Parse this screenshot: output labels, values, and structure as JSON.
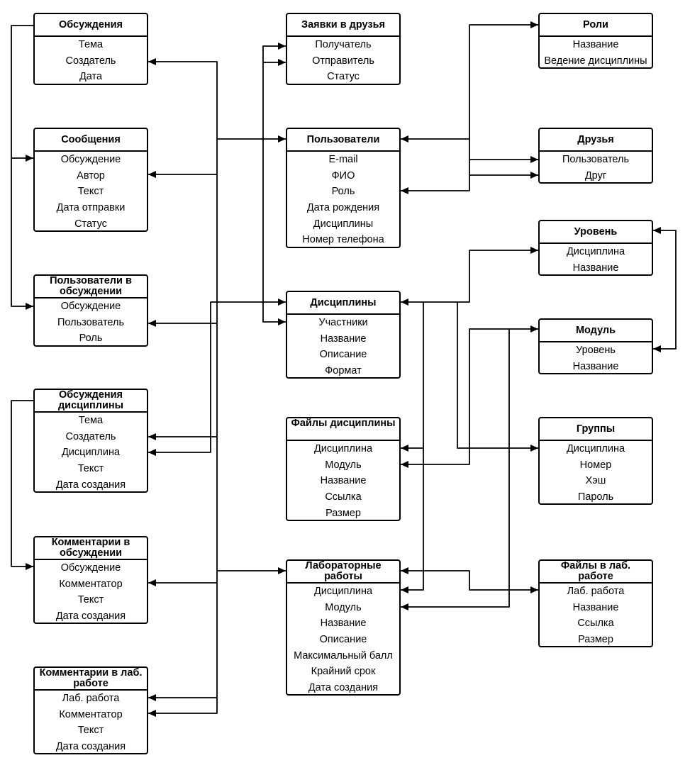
{
  "entities": [
    {
      "id": "e01",
      "title": "Обсуждения",
      "fields": [
        "Тема",
        "Создатель",
        "Дата"
      ]
    },
    {
      "id": "e02",
      "title": "Сообщения",
      "fields": [
        "Обсуждение",
        "Автор",
        "Текст",
        "Дата отправки",
        "Статус"
      ]
    },
    {
      "id": "e03",
      "title": "Пользователи в обсуждении",
      "fields": [
        "Обсуждение",
        "Пользователь",
        "Роль"
      ]
    },
    {
      "id": "e04",
      "title": "Обсуждения дисциплины",
      "fields": [
        "Тема",
        "Создатель",
        "Дисциплина",
        "Текст",
        "Дата создания"
      ]
    },
    {
      "id": "e05",
      "title": "Комментарии в обсуждении",
      "fields": [
        "Обсуждение",
        "Комментатор",
        "Текст",
        "Дата создания"
      ]
    },
    {
      "id": "e06",
      "title": "Комментарии в лаб. работе",
      "fields": [
        "Лаб. работа",
        "Комментатор",
        "Текст",
        "Дата создания"
      ]
    },
    {
      "id": "e07",
      "title": "Заявки в друзья",
      "fields": [
        "Получатель",
        "Отправитель",
        "Статус"
      ]
    },
    {
      "id": "e08",
      "title": "Пользователи",
      "fields": [
        "E-mail",
        "ФИО",
        "Роль",
        "Дата рождения",
        "Дисциплины",
        "Номер телефона"
      ]
    },
    {
      "id": "e09",
      "title": "Дисциплины",
      "fields": [
        "Участники",
        "Название",
        "Описание",
        "Формат"
      ]
    },
    {
      "id": "e10",
      "title": "Файлы дисциплины",
      "fields": [
        "Дисциплина",
        "Модуль",
        "Название",
        "Ссылка",
        "Размер"
      ]
    },
    {
      "id": "e11",
      "title": "Лабораторные работы",
      "fields": [
        "Дисциплина",
        "Модуль",
        "Название",
        "Описание",
        "Максимальный балл",
        "Крайний срок",
        "Дата создания"
      ]
    },
    {
      "id": "e12",
      "title": "Роли",
      "fields": [
        "Название",
        "Ведение дисциплины"
      ]
    },
    {
      "id": "e13",
      "title": "Друзья",
      "fields": [
        "Пользователь",
        "Друг"
      ]
    },
    {
      "id": "e14",
      "title": "Уровень",
      "fields": [
        "Дисциплина",
        "Название"
      ]
    },
    {
      "id": "e15",
      "title": "Модуль",
      "fields": [
        "Уровень",
        "Название"
      ]
    },
    {
      "id": "e16",
      "title": "Группы",
      "fields": [
        "Дисциплина",
        "Номер",
        "Хэш",
        "Пароль"
      ]
    },
    {
      "id": "e17",
      "title": "Файлы в лаб. работе",
      "fields": [
        "Лаб. работа",
        "Название",
        "Ссылка",
        "Размер"
      ]
    }
  ]
}
